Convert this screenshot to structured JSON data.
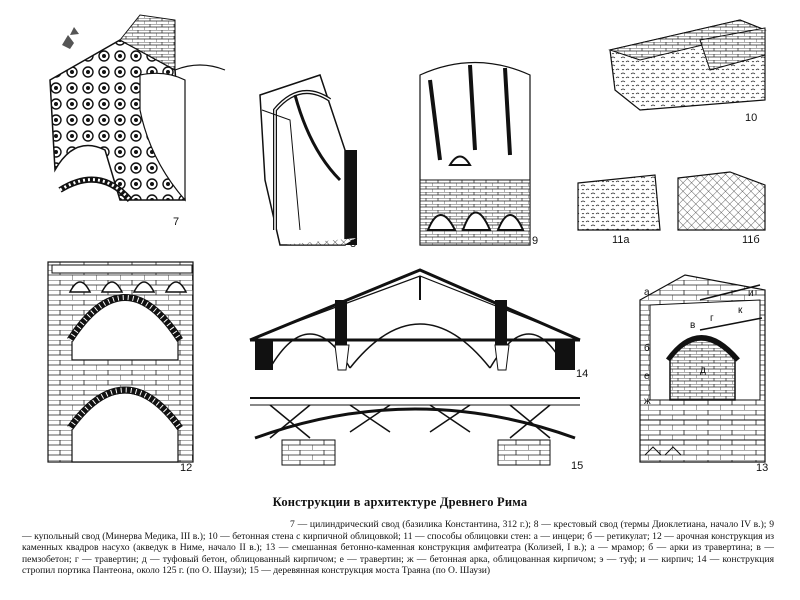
{
  "figure_labels": {
    "f7": "7",
    "f8": "8",
    "f9": "9",
    "f10": "10",
    "f11a": "11а",
    "f11b": "11б",
    "f12": "12",
    "f13": "13",
    "f14": "14",
    "f15": "15"
  },
  "inset_letters": [
    "а",
    "б",
    "в",
    "г",
    "д",
    "е",
    "ж",
    "и",
    "к"
  ],
  "title": "Конструкции в архитектуре Древнего Рима",
  "caption": "7 — цилиндрический свод (базилика Константина, 312 г.); 8 — крестовый свод (термы Диоклетиана, начало IV в.); 9 — купольный свод (Минерва Медика, III в.); 10 — бетонная стена с кирпичной облицовкой; 11 — способы облицовки стен: а — инцери; б — ретикулат; 12 — арочная конструкция из каменных квадров насухо (акведук в Ниме, начало II в.); 13 — смешанная бетонно-каменная конструкция амфитеатра (Колизей, I в.); а — мрамор; б — арки из травертина; в — пемзобетон; г — травертин; д — туфовый бетон, облицованный кирпичом; е — травертин; ж — бетонная арка, облицованная кирпичом; э — туф; и — кирпич; 14 — конструкция стропил портика Пантеона, около 125 г. (по О. Шаузи); 15 — деревянная конструкция моста Траяна (по О. Шаузи)"
}
